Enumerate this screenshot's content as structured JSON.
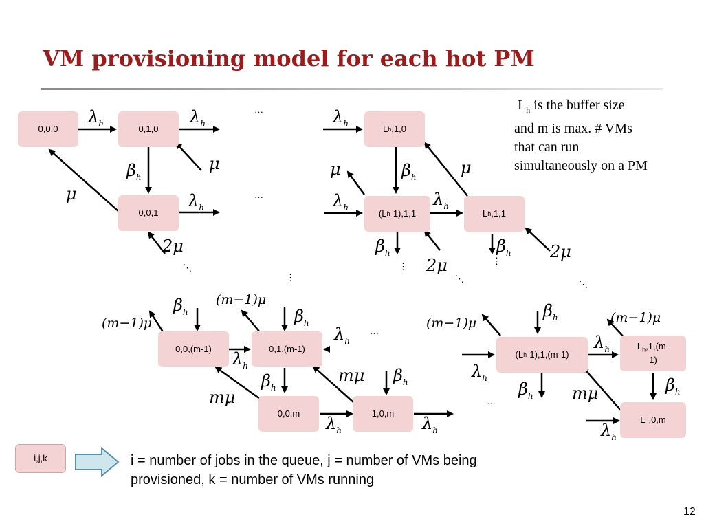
{
  "title": "VM provisioning model for each hot PM",
  "nodes": {
    "n000": "0,0,0",
    "n010": "0,1,0",
    "n001": "0,0,1",
    "nLh10_pre": "L",
    "nLh10_sub": "h",
    "nLh10_post": ",1,0",
    "nLhm111_pre": "(L",
    "nLhm111_sub": "h",
    "nLhm111_post": "-1),1,1",
    "nLh11_pre": "L",
    "nLh11_sub": "h",
    "nLh11_post": ",1,1",
    "n00m1": "0,0,(m-1)",
    "n01m1": "0,1,(m-1)",
    "n00m": "0,0,m",
    "n10m": "1,0,m",
    "nLhm11m1_pre": "(L",
    "nLhm11m1_sub": "h",
    "nLhm11m1_post": "-1),1,(m-1)",
    "nLh1m1_pre": "L",
    "nLh1m1_sub": "h",
    "nLh1m1_post": ",1,(m-",
    "nLh1m1_line2": "1)",
    "nLh0m_pre": "L",
    "nLh0m_sub": "h",
    "nLh0m_post": ",0,m"
  },
  "symbols": {
    "lambda": "λ",
    "beta": "β",
    "mu": "μ",
    "sub_h": "h",
    "two_mu": "2μ",
    "m_mu": "mμ",
    "m_minus_1_mu": "(m−1)μ"
  },
  "ellipsis_h": "…",
  "ellipsis_v": "⋮",
  "ellipsis_d": "⋱",
  "note": {
    "l_pre": "L",
    "l_sub": "h",
    "text1": " is the buffer size",
    "text2": "and m is max. # VMs",
    "text3": "that can run",
    "text4": "simultaneously on a PM"
  },
  "legend": {
    "box_label": "i,j,k",
    "text1": "i = number of jobs in the queue, j = number of VMs being",
    "text2": "provisioned, k = number of VMs running"
  },
  "page_number": "12",
  "colors": {
    "title": "#9b1c1c",
    "node_fill": "#f3d3d4",
    "legend_box_fill": "#f3d3d4",
    "legend_arrow_fill": "#cfe6ec",
    "legend_arrow_stroke": "#5b8fa8"
  }
}
